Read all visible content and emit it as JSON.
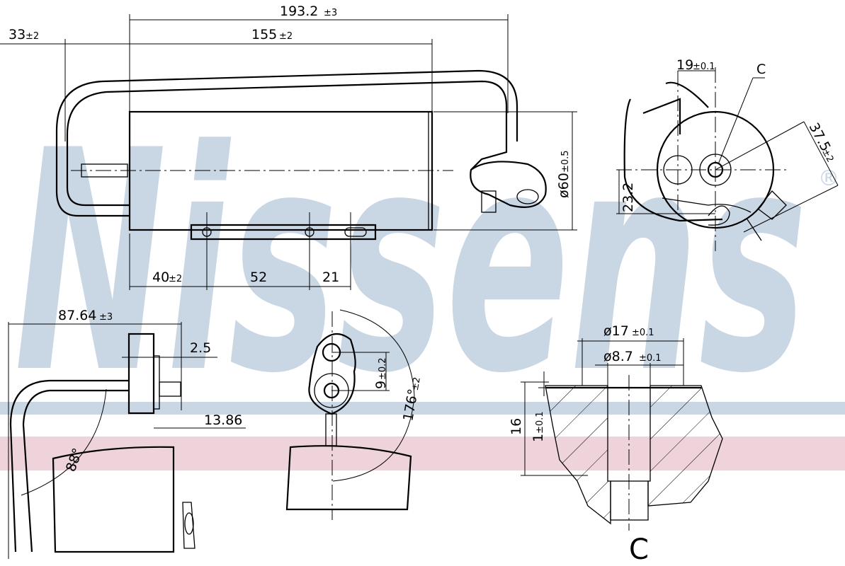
{
  "watermark": {
    "brand": "Nissens",
    "registered": "®",
    "stripe_blue": "#c9d6e4",
    "stripe_pink": "#efd3da"
  },
  "top_view": {
    "dim_overall": "193.2",
    "dim_overall_tol": "±3",
    "dim_body": "155",
    "dim_body_tol": "±2",
    "dim_pipe": "33",
    "dim_pipe_tol": "±2",
    "dim_diameter": "ø60",
    "dim_diameter_tol": "±0.5",
    "dim_bracket_offset": "40",
    "dim_bracket_offset_tol": "±2",
    "dim_hole_spacing": "52",
    "dim_slot": "21"
  },
  "end_view": {
    "dim_offset": "19",
    "dim_offset_tol": "±0.1",
    "label_detail": "C",
    "dim_radius": "37.5",
    "dim_radius_tol": "±2",
    "dim_height": "23.2"
  },
  "side_view": {
    "dim_length": "87.64",
    "dim_length_tol": "±3",
    "dim_flange": "2.5",
    "dim_stub": "13.86",
    "dim_angle": "88°"
  },
  "flange_view": {
    "dim_hole_spacing": "9",
    "dim_hole_spacing_tol": "±0.2",
    "dim_angle": "176°",
    "dim_angle_tol": "±2"
  },
  "detail_c": {
    "dim_outer": "ø17",
    "dim_outer_tol": "±0.1",
    "dim_inner": "ø8.7",
    "dim_inner_tol": "±0.1",
    "dim_depth": "16",
    "dim_step": "1",
    "dim_step_tol": "±0.1",
    "label": "C"
  }
}
